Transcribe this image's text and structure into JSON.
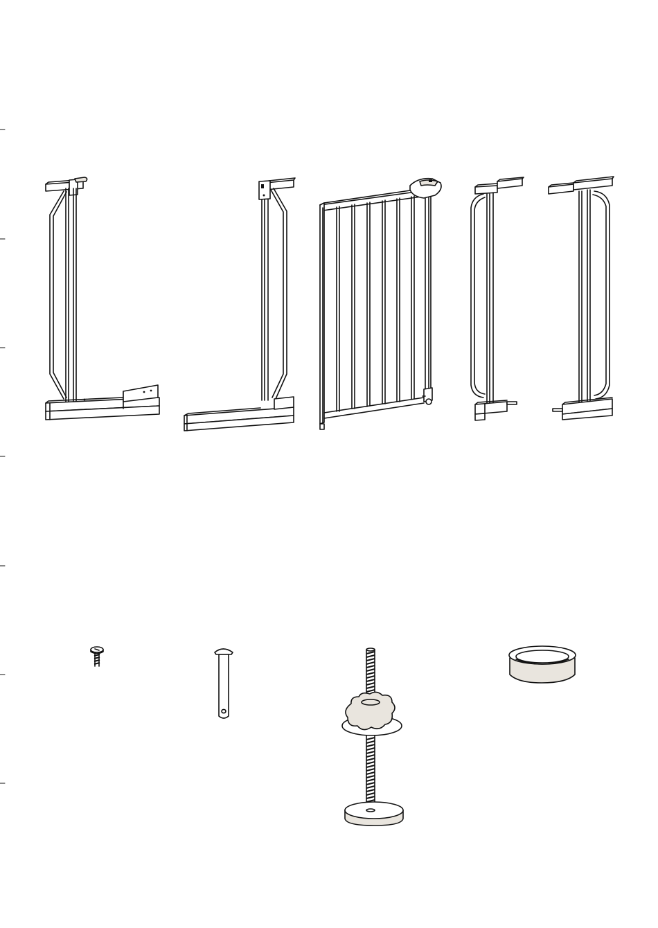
{
  "parts": {
    "frames": [
      "left-side-frame",
      "right-side-frame",
      "gate-door",
      "extension-left",
      "extension-right"
    ],
    "hardware": [
      "screw",
      "hinge-pin",
      "pressure-spindle",
      "wall-cup"
    ]
  },
  "colors": {
    "line": "#111111",
    "fill_shade": "#e9e5de",
    "background": "#ffffff"
  }
}
